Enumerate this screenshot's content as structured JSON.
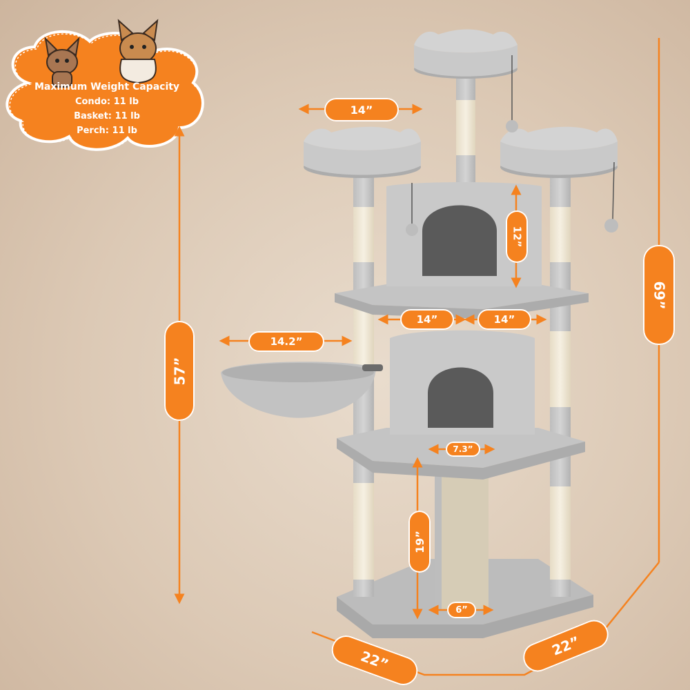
{
  "capacity": {
    "title": "Maximum Weight Capacity",
    "lines": [
      "Condo: 11 lb",
      "Basket: 11 lb",
      "Perch: 11 lb"
    ]
  },
  "dimensions": {
    "top_perch_width": "14”",
    "basket_width": "14.2”",
    "platform_left": "14”",
    "platform_right": "14”",
    "condo_height": "12”",
    "condo_floor": "7.3”",
    "scratch_board_height": "19”",
    "scratch_board_width": "6”",
    "total_height": "69”",
    "height_to_platform": "57”",
    "base_depth": "22”",
    "base_width": "22”"
  },
  "colors": {
    "accent": "#f5821f",
    "plush": "#c9c9c9",
    "sisal": "#efe6d2"
  }
}
